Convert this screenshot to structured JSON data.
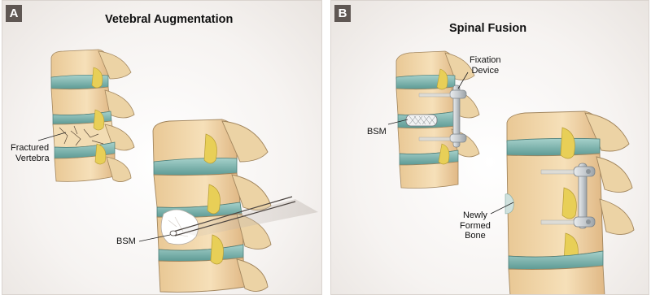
{
  "panels": [
    {
      "letter": "A",
      "title": "Vetebral Augmentation",
      "labels": {
        "fractured_vertebra": [
          "Fractured",
          "Vertebra"
        ],
        "bsm": "BSM"
      }
    },
    {
      "letter": "B",
      "title": "Spinal Fusion",
      "labels": {
        "fixation_device": [
          "Fixation",
          "Device"
        ],
        "bsm": "BSM",
        "newly_formed_bone": [
          "Newly",
          "Formed",
          "Bone"
        ]
      }
    }
  ],
  "colors": {
    "bone": "#f2d7aa",
    "bone_shade": "#d9b07e",
    "disc": "#7fb6b0",
    "nerve": "#e8cf57",
    "device": "#cfd3d6",
    "badge": "#5f5753"
  }
}
